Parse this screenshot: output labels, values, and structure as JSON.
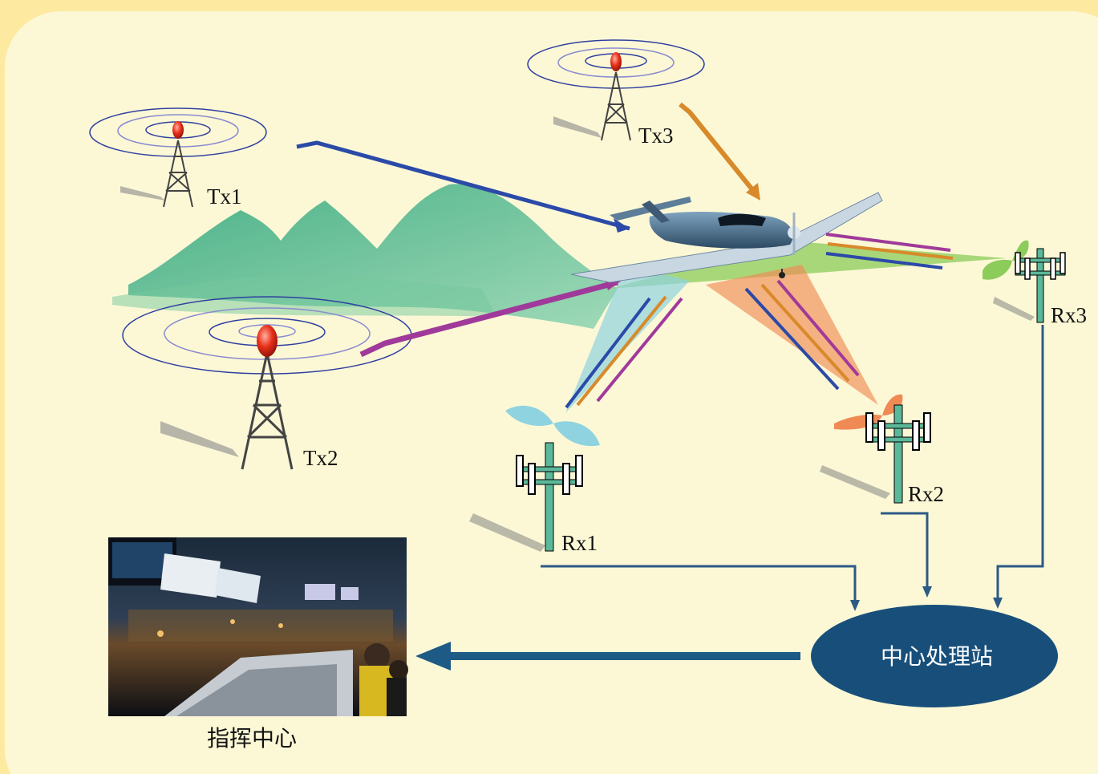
{
  "colors": {
    "outer_border": "#fde9a0",
    "canvas": "#fcf8d6",
    "mountain": "#2aa57a",
    "tower": "#5a5a5a",
    "rx_mast": "#5bb89a",
    "tx1_arrow": "#2b4aa8",
    "tx2_arrow": "#a03a9a",
    "tx3_arrow": "#d88a2a",
    "rx1_lobe": "#8fd3e0",
    "rx2_lobe": "#f08a55",
    "rx3_lobe": "#8ccc5a",
    "flow_line": "#2c5a85",
    "center_station": "#184f7a"
  },
  "transmitters": [
    {
      "id": "tx1",
      "label": "Tx1"
    },
    {
      "id": "tx2",
      "label": "Tx2"
    },
    {
      "id": "tx3",
      "label": "Tx3"
    }
  ],
  "receivers": [
    {
      "id": "rx1",
      "label": "Rx1"
    },
    {
      "id": "rx2",
      "label": "Rx2"
    },
    {
      "id": "rx3",
      "label": "Rx3"
    }
  ],
  "center_station": {
    "label": "中心处理站"
  },
  "command_center": {
    "label": "指挥中心"
  },
  "icons": [
    "transmitter-tower-icon",
    "receiver-antenna-icon",
    "aircraft-icon",
    "mountain-icon",
    "control-room-photo"
  ]
}
